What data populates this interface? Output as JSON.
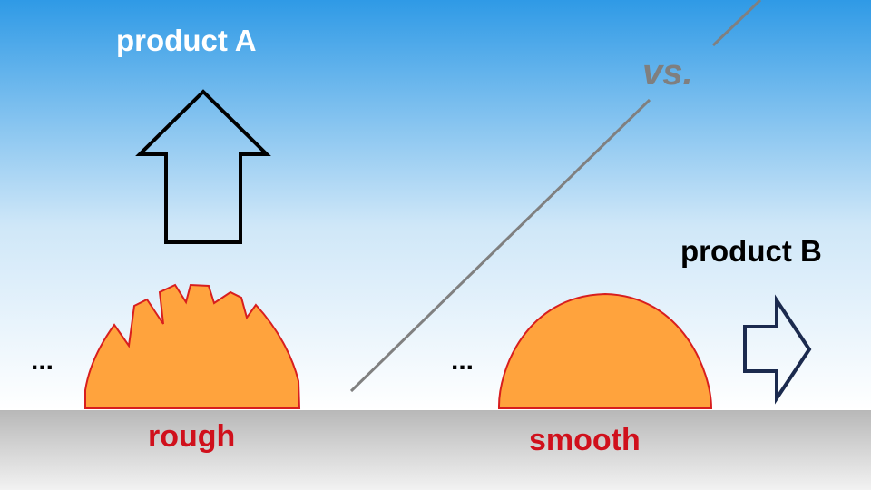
{
  "labels": {
    "product_a": "product A",
    "product_b": "product B",
    "versus": "vs.",
    "rough": "rough",
    "smooth": "smooth",
    "ellipsis_left": "...",
    "ellipsis_right": "..."
  },
  "colors": {
    "sky_top": "#2f9ae6",
    "sky_bottom": "#ffffff",
    "substrate_top": "#b8b8b8",
    "substrate_bottom": "#f2f2f2",
    "particle_fill": "#ffa33d",
    "particle_stroke": "#d81e1e",
    "surface_label": "#d0101c",
    "product_a_label": "#ffffff",
    "product_b_label": "#000000",
    "versus_label": "#7f7f7f",
    "divider_line": "#808080",
    "arrow_up_stroke": "#000000",
    "arrow_right_stroke": "#1b2a4e"
  },
  "icons": {
    "up_arrow": "hollow-up-arrow-icon",
    "right_arrow": "hollow-right-arrow-icon"
  }
}
